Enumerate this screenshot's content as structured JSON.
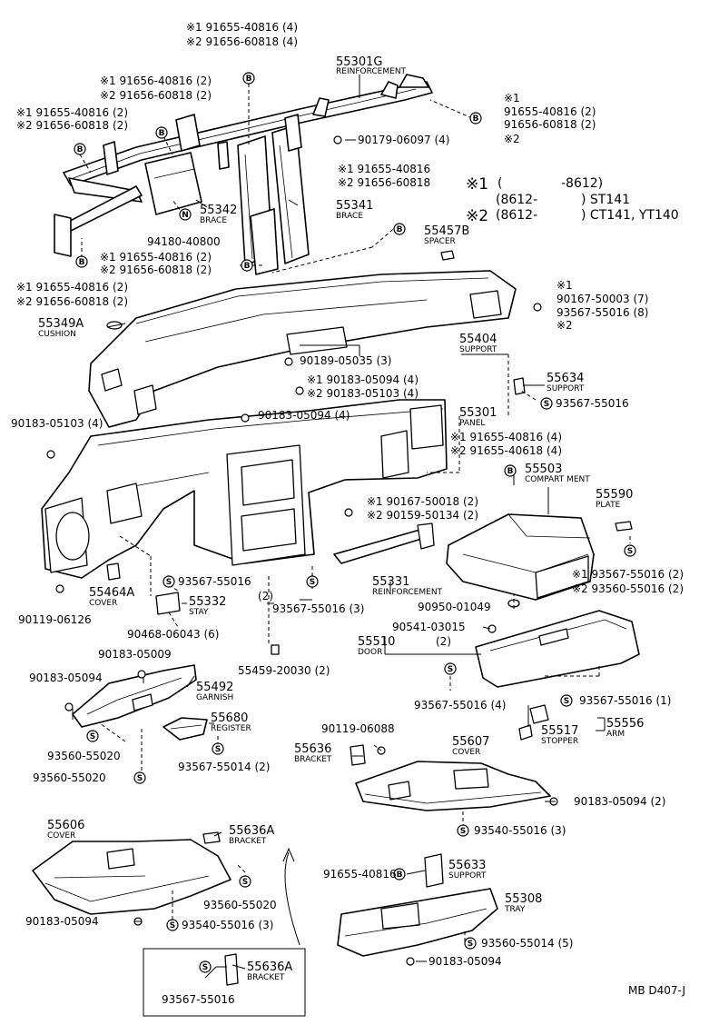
{
  "legend": {
    "r1_mark": "※1",
    "r1_a": "(",
    "r1_b": "-8612)",
    "r1_c": "(8612-",
    "r1_d": ") ST141",
    "r2_mark": "※2",
    "r2_a": "(8612-",
    "r2_b": ") CT141, YT140"
  },
  "labels": {
    "l01": "※1 91655-40816 (4)",
    "l02": "※2 91656-60818 (4)",
    "l03": "55301G",
    "l04": "REINFORCEMENT",
    "l05": "※1 91656-40816 (2)",
    "l06": "※2 91656-60818 (2)",
    "l07": "※1 91655-40816 (2)",
    "l08": "※2 91656-60818 (2)",
    "l09": "※1",
    "l10": "91655-40816 (2)",
    "l11": "91656-60818 (2)",
    "l12": "※2",
    "l13": "90179-06097 (4)",
    "l14": "※1 91655-40816",
    "l15": "※2 91656-60818",
    "l16": "55342",
    "l17": "BRACE",
    "l18": "55341",
    "l19": "BRACE",
    "l20": "94180-40800",
    "l21": "55457B",
    "l22": "SPACER",
    "l23": "※1 91655-40816 (2)",
    "l24": "※2 91656-60818 (2)",
    "l25": "※1  91655-40816 (2)",
    "l26": "※2  91656-60818 (2)",
    "l27": "※1",
    "l28": "90167-50003 (7)",
    "l29": "93567-55016 (8)",
    "l30": "※2",
    "l31": "55349A",
    "l32": "CUSHION",
    "l33": "55404",
    "l34": "SUPPORT",
    "l35": "90189-05035 (3)",
    "l36": "※1 90183-05094 (4)",
    "l37": "※2 90183-05103 (4)",
    "l38": "55634",
    "l39": "SUPPORT",
    "l40": "93567-55016",
    "l41": "90183-05103 (4)",
    "l42": "90183-05094 (4)",
    "l43": "55301",
    "l44": "PANEL",
    "l45": "※1 91655-40816 (4)",
    "l46": "※2 91655-40618 (4)",
    "l47": "55503",
    "l48": "COMPART MENT",
    "l49": "※1 90167-50018 (2)",
    "l50": "※2 90159-50134 (2)",
    "l51": "55590",
    "l52": "PLATE",
    "l53": "55464A",
    "l54": "COVER",
    "l55": "93567-55016",
    "l56": "(2)",
    "l57": "55332",
    "l58": "STAY",
    "l59": "90119-06126",
    "l60": "90468-06043 (6)",
    "l61": "55331",
    "l62": "REINFORCEMENT",
    "l63": "93567-55016 (3)",
    "l64": "※1 93567-55016 (2)",
    "l65": "※2 93560-55016 (2)",
    "l66": "90950-01049",
    "l67": "90183-05009",
    "l68": "55459-20030 (2)",
    "l69": "55510",
    "l70": "DOOR",
    "l71": "90541-03015",
    "l72": "(2)",
    "l73": "90183-05094",
    "l74": "55492",
    "l75": "GARNISH",
    "l76": "55680",
    "l77": "REGISTER",
    "l78": "93567-55016 (4)",
    "l79": "93567-55016 (1)",
    "l80": "90119-06088",
    "l81": "55517",
    "l82": "STOPPER",
    "l83": "55556",
    "l84": "ARM",
    "l85": "93560-55020",
    "l86": "93567-55014 (2)",
    "l87": "55636",
    "l88": "BRACKET",
    "l89": "55607",
    "l90": "COVER",
    "l91": "93560-55020",
    "l92": "90183-05094 (2)",
    "l93": "55606",
    "l94": "COVER",
    "l95": "55636A",
    "l96": "BRACKET",
    "l97": "93540-55016 (3)",
    "l98": "91655-40816",
    "l99": "55633",
    "l100": "SUPPORT",
    "l101": "93560-55020",
    "l102": "55308",
    "l103": "TRAY",
    "l104": "90183-05094",
    "l105": "93540-55016 (3)",
    "l106": "93560-55014 (5)",
    "l107": "55636A",
    "l108": "BRACKET",
    "l109": "90183-05094",
    "l110": "93567-55016",
    "l111": "MB D407-J"
  },
  "symbols": {
    "b": "B",
    "s": "S",
    "n": "N"
  }
}
